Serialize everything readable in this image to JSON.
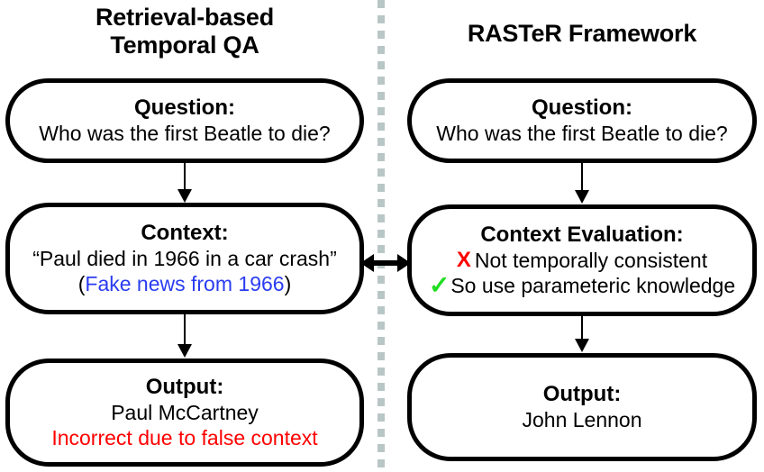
{
  "figure": {
    "divider_color": "#b9c6c6",
    "columns": [
      {
        "id": "left",
        "header": "Retrieval-based\nTemporal QA",
        "header_line1": "Retrieval-based",
        "header_line2": "Temporal QA"
      },
      {
        "id": "right",
        "header": "RASTeR Framework"
      }
    ]
  },
  "left": {
    "header_line1": "Retrieval-based",
    "header_line2": "Temporal QA",
    "question": {
      "title": "Question:",
      "body": "Who was the first Beatle to die?"
    },
    "context": {
      "title": "Context:",
      "quote": "“Paul died in 1966 in a car crash”",
      "note_open": "(",
      "note_text": "Fake news from 1966",
      "note_close": ")",
      "note_color": "#2a3cf0"
    },
    "output": {
      "title": "Output:",
      "answer": "Paul McCartney",
      "verdict": "Incorrect due to false context",
      "verdict_color": "#ff0000"
    }
  },
  "right": {
    "header": "RASTeR Framework",
    "question": {
      "title": "Question:",
      "body": "Who was the first Beatle to die?"
    },
    "evaluation": {
      "title": "Context Evaluation:",
      "cross_mark": "X",
      "cross_color": "#ff0000",
      "cross_text": "Not temporally consistent",
      "check_mark": "✓",
      "check_color": "#22dd22",
      "check_text": "So use parameteric knowledge"
    },
    "output": {
      "title": "Output:",
      "answer": "John Lennon"
    }
  }
}
